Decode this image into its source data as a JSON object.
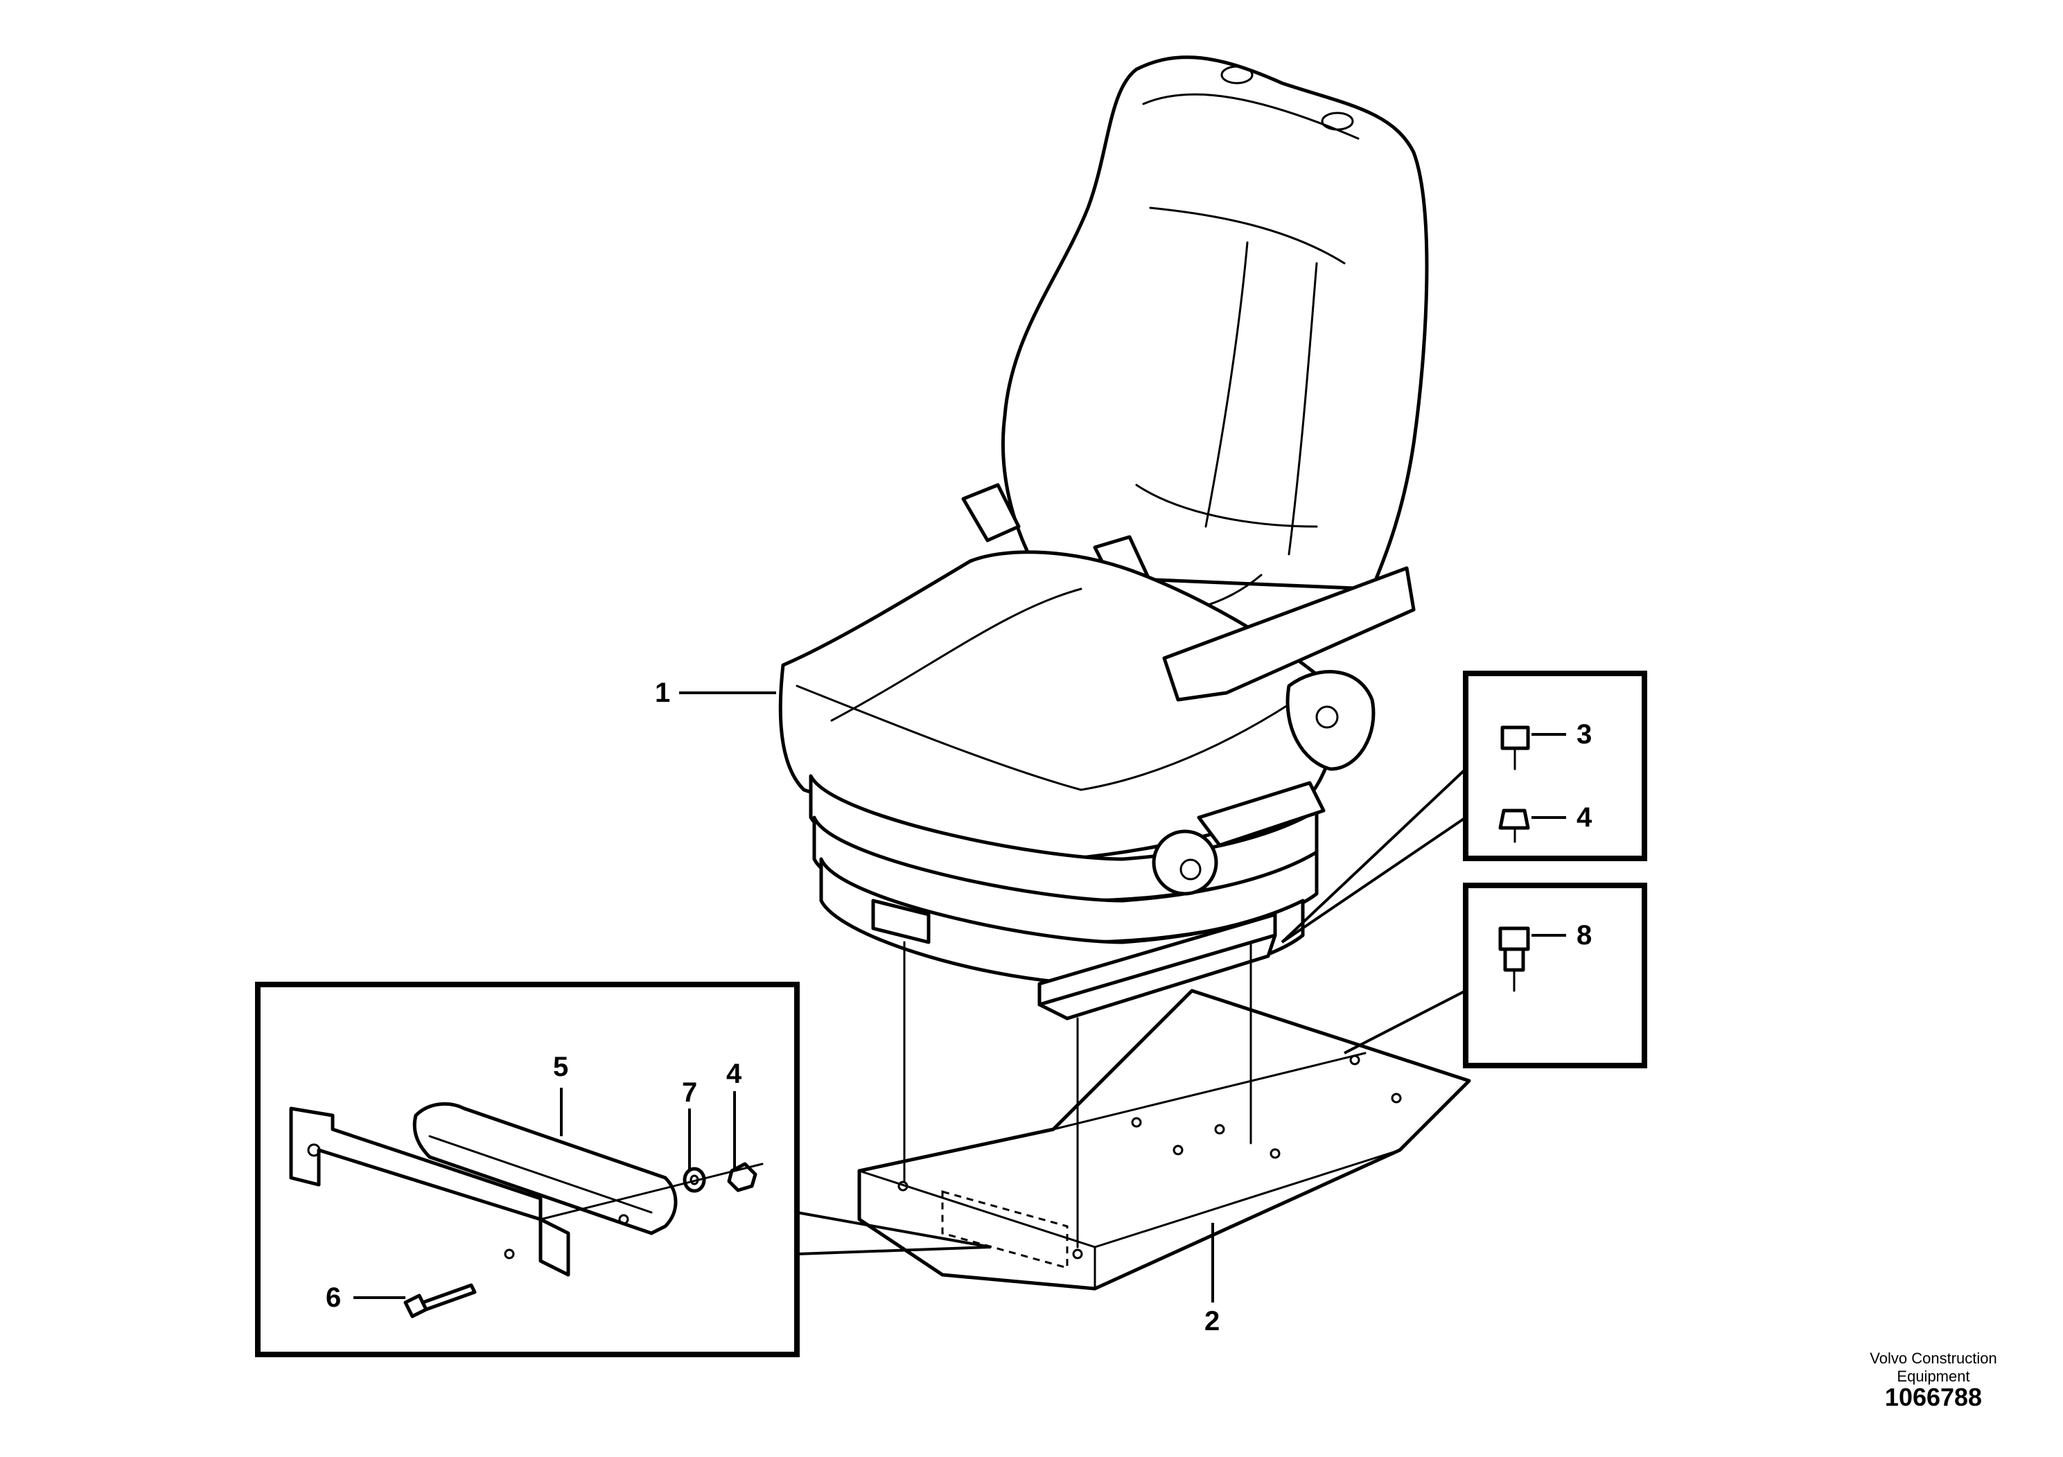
{
  "callouts": {
    "c1": "1",
    "c2": "2",
    "c3": "3",
    "c4a": "4",
    "c4b": "4",
    "c5": "5",
    "c6": "6",
    "c7": "7",
    "c8": "8"
  },
  "footer": {
    "brand_line1": "Volvo Construction",
    "brand_line2": "Equipment",
    "drawing_number": "1066788"
  }
}
